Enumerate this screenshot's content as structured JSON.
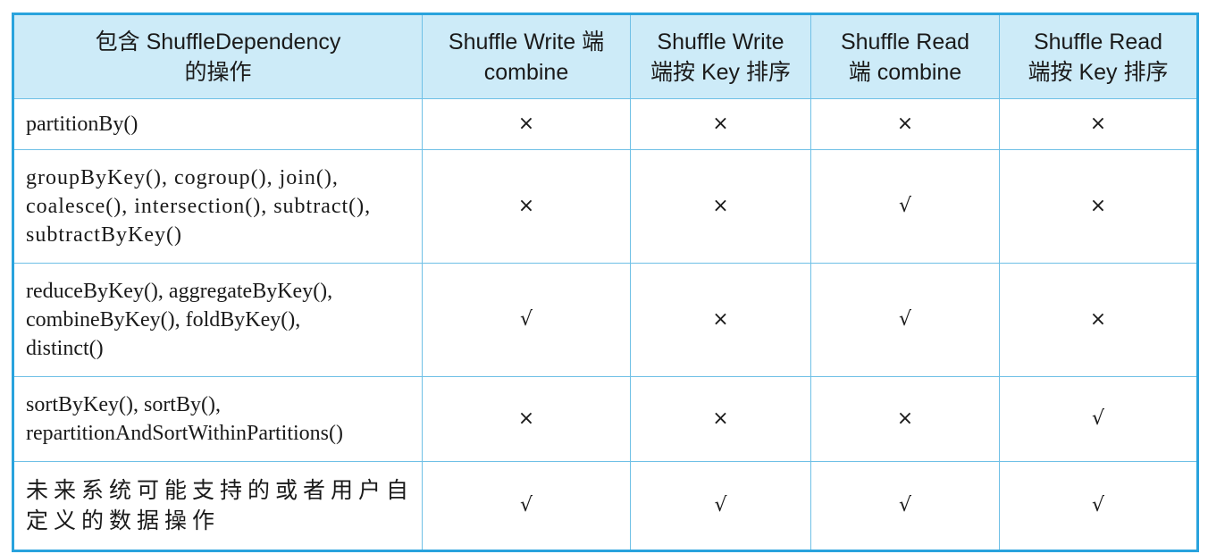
{
  "table": {
    "headers": [
      [
        "包含 ShuffleDependency",
        "的操作"
      ],
      [
        "Shuffle Write 端",
        "combine"
      ],
      [
        "Shuffle Write",
        "端按 Key 排序"
      ],
      [
        "Shuffle Read",
        "端 combine"
      ],
      [
        "Shuffle Read",
        "端按 Key 排序"
      ]
    ],
    "rows": [
      {
        "operation": [
          "partitionBy()"
        ],
        "marks": [
          "×",
          "×",
          "×",
          "×"
        ]
      },
      {
        "operation": [
          "groupByKey(), cogroup(), join(),",
          "coalesce(), intersection(), subtract(),",
          "subtractByKey()"
        ],
        "marks": [
          "×",
          "×",
          "√",
          "×"
        ]
      },
      {
        "operation": [
          "reduceByKey(), aggregateByKey(),",
          "combineByKey(), foldByKey(),",
          "distinct()"
        ],
        "marks": [
          "√",
          "×",
          "√",
          "×"
        ]
      },
      {
        "operation": [
          "sortByKey(), sortBy(),",
          "repartitionAndSortWithinPartitions()"
        ],
        "marks": [
          "×",
          "×",
          "×",
          "√"
        ]
      },
      {
        "operation": [
          "未来系统可能支持的或者用户自",
          "定义的数据操作"
        ],
        "marks": [
          "√",
          "√",
          "√",
          "√"
        ]
      }
    ]
  },
  "colors": {
    "header_background": "#cdebf8",
    "border": "#29a3dd",
    "inner_border": "#6fc0e6",
    "text": "#1a1a1a"
  }
}
